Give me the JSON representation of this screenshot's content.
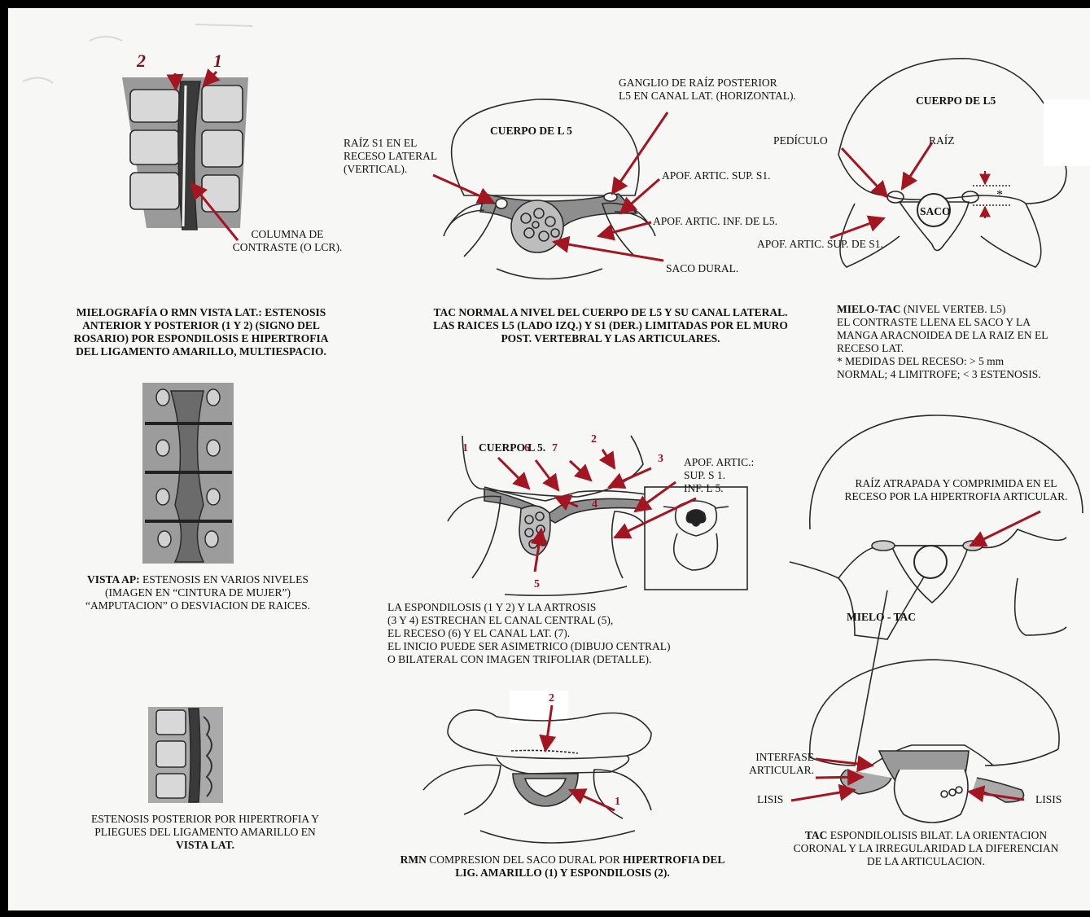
{
  "colors": {
    "arrow": "#a31520",
    "ink": "#2a2a2a",
    "shade": "#7a7a7a",
    "paper": "#f7f7f5",
    "frame": "#000000"
  },
  "panel1": {
    "markers": [
      "2",
      "1"
    ],
    "label": "COLUMNA DE\nCONTRASTE (O LCR).",
    "caption": "MIELOGRAFÍA O RMN VISTA LAT.: ESTENOSIS\nANTERIOR  Y POSTERIOR (1 Y 2) (SIGNO DEL\nROSARIO) POR ESPONDILOSIS E HIPERTROFIA\nDEL LIGAMENTO AMARILLO, MULTIESPACIO."
  },
  "panel2": {
    "body_label": "CUERPO DE L 5",
    "ganglio": "GANGLIO DE RAÍZ POSTERIOR\nL5 EN CANAL LAT. (HORIZONTAL).",
    "raiz_s1": "RAÍZ S1 EN EL\nRECESO LATERAL\n(VERTICAL).",
    "apof_sup": "APOF. ARTIC. SUP. S1.",
    "apof_inf": "APOF. ARTIC. INF. DE L5.",
    "saco": "SACO DURAL.",
    "caption": "TAC NORMAL A NIVEL DEL CUERPO DE L5 Y SU CANAL LATERAL.\nLAS RAICES L5 (LADO IZQ.) Y S1 (DER.) LIMITADAS POR EL MURO\nPOST. VERTEBRAL Y LAS ARTICULARES."
  },
  "panel3": {
    "body_label": "CUERPO DE L5",
    "pediculo": "PEDÍCULO",
    "raiz": "RAÍZ",
    "saco": "SACO",
    "apof": "APOF. ARTIC. SUP. DE S1.",
    "asterisk": "*",
    "caption_bold": "MIELO-TAC",
    "caption_rest": " (NIVEL VERTEB. L5)\nEL CONTRASTE LLENA EL SACO Y LA\nMANGA ARACNOIDEA DE LA RAIZ EN EL\nRECESO LAT.\n* MEDIDAS DEL RECESO: > 5 mm\n   NORMAL; 4 LIMITROFE; < 3  ESTENOSIS."
  },
  "panel4": {
    "caption_bold": "VISTA AP:",
    "caption_rest": " ESTENOSIS EN VARIOS NIVELES\n(IMAGEN EN “CINTURA DE MUJER”)\n“AMPUTACION”  O DESVIACION DE RAICES."
  },
  "panel5": {
    "body_label": "CUERPO L 5.",
    "numbers": [
      "1",
      "6",
      "7",
      "2",
      "3",
      "4",
      "5"
    ],
    "apof": "APOF. ARTIC.:\nSUP.  S 1.\nINF.  L 5.",
    "caption": "LA ESPONDILOSIS (1 Y 2) Y LA ARTROSIS\n(3 Y 4) ESTRECHAN EL CANAL CENTRAL (5),\nEL RECESO (6) Y EL CANAL LAT. (7).\nEL INICIO PUEDE SER ASIMETRICO (DIBUJO CENTRAL)\nO BILATERAL CON IMAGEN TRIFOLIAR (DETALLE)."
  },
  "panel6": {
    "label": "RAÍZ ATRAPADA Y COMPRIMIDA EN EL\nRECESO POR LA HIPERTROFIA ARTICULAR.",
    "title": "MIELO - TAC"
  },
  "panel7": {
    "caption_pre": "ESTENOSIS POSTERIOR POR HIPERTROFIA Y\nPLIEGUES DEL LIGAMENTO AMARILLO EN",
    "caption_bold": "VISTA LAT."
  },
  "panel8": {
    "numbers": [
      "2",
      "1"
    ],
    "caption_bold1": "RMN",
    "caption_mid": " COMPRESION DEL SACO DURAL POR ",
    "caption_bold2": "HIPERTROFIA DEL\nLIG. AMARILLO (1) Y ESPONDILOSIS (2)."
  },
  "panel9": {
    "interfase": "INTERFASE\nARTICULAR.",
    "lisis_left": "LISIS",
    "lisis_right": "LISIS",
    "caption_bold": "TAC",
    "caption_rest": "  ESPONDILOLISIS BILAT. LA ORIENTACION\nCORONAL Y LA IRREGULARIDAD LA DIFERENCIAN\nDE LA ARTICULACION."
  }
}
